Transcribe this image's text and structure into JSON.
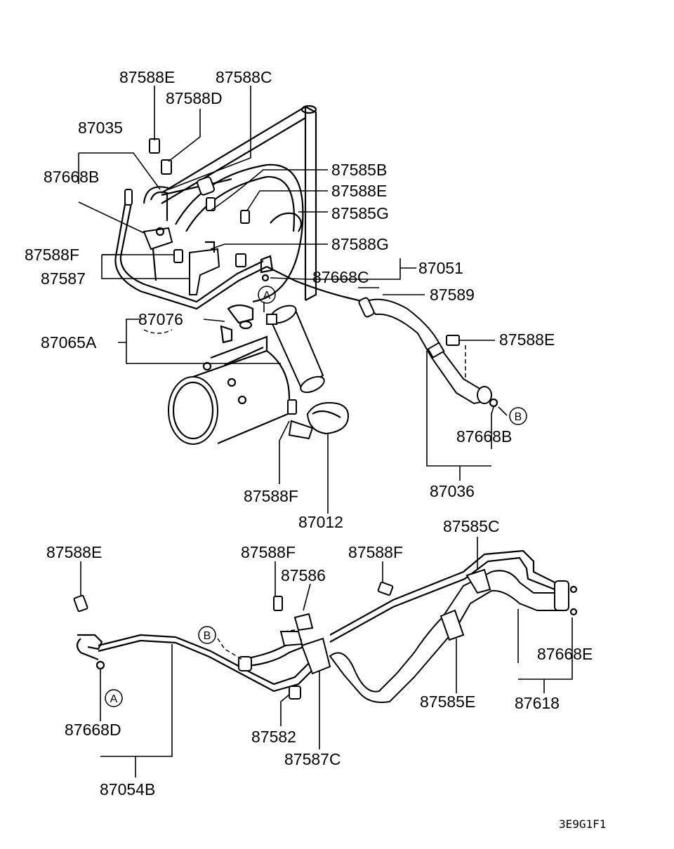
{
  "diagram": {
    "labels": {
      "l87588E_top": "87588E",
      "l87588C": "87588C",
      "l87588D": "87588D",
      "l87035": "87035",
      "l87668B_top": "87668B",
      "l87585B": "87585B",
      "l87588E_mid": "87588E",
      "l87585G": "87585G",
      "l87588G": "87588G",
      "l87588F_left": "87588F",
      "l87587": "87587",
      "l87051": "87051",
      "l87668C": "87668C",
      "l87589": "87589",
      "l87076": "87076",
      "l87065A": "87065A",
      "l87588E_right": "87588E",
      "l87668B_right": "87668B",
      "l87036": "87036",
      "l87588F_comp": "87588F",
      "l87012": "87012",
      "l87588E_bl": "87588E",
      "l87588F_bm": "87588F",
      "l87586": "87586",
      "l87588F_br": "87588F",
      "l87585C": "87585C",
      "l87668E": "87668E",
      "l87585E": "87585E",
      "l87618": "87618",
      "l87668D": "87668D",
      "l87582": "87582",
      "l87587C": "87587C",
      "l87054B": "87054B"
    },
    "markers": {
      "A_top": "A",
      "B_top": "B",
      "A_bottom": "A",
      "B_bottom": "B"
    },
    "drawing_code": "3E9G1F1"
  }
}
